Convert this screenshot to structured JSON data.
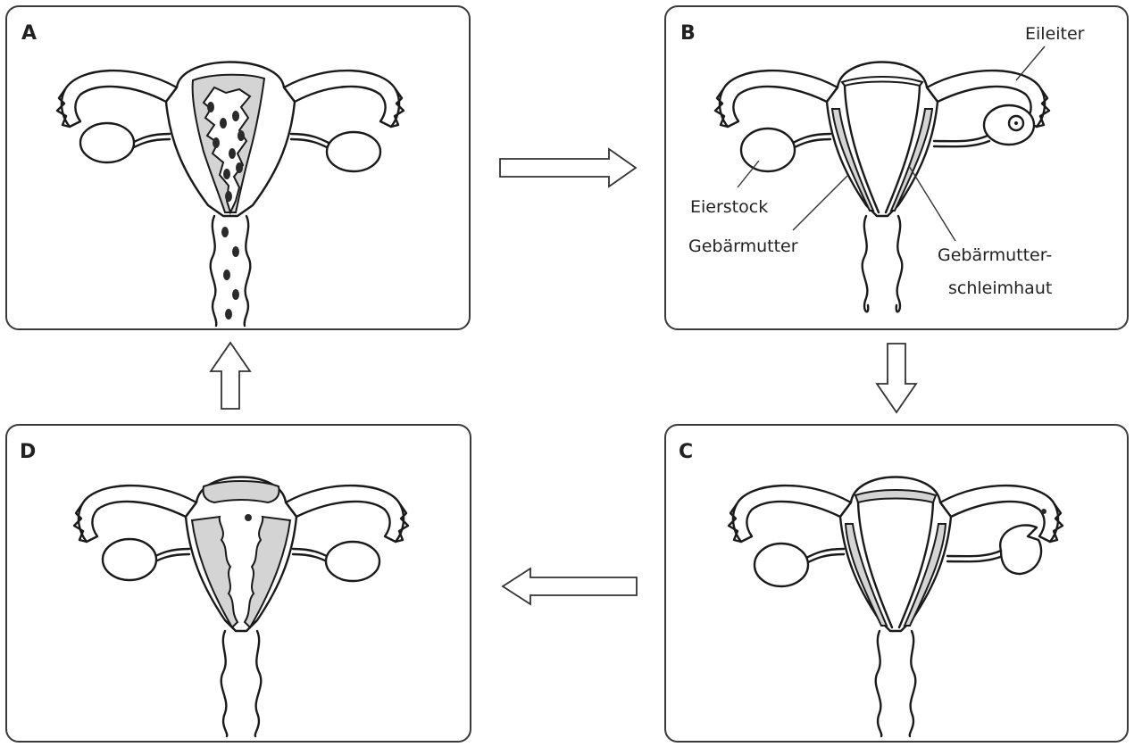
{
  "panels": [
    {
      "letter": "A"
    },
    {
      "letter": "B"
    },
    {
      "letter": "C"
    },
    {
      "letter": "D"
    }
  ],
  "labels": {
    "eileiter": "Eileiter",
    "eierstock": "Eierstock",
    "gebaermutter": "Gebärmutter",
    "schleimhaut_line1": "Gebärmutter-",
    "schleimhaut_line2": "schleimhaut"
  },
  "colors": {
    "outline": "#1a1a1a",
    "endometrium": "#d4d4d4",
    "panel_border": "#3a3a3a"
  }
}
